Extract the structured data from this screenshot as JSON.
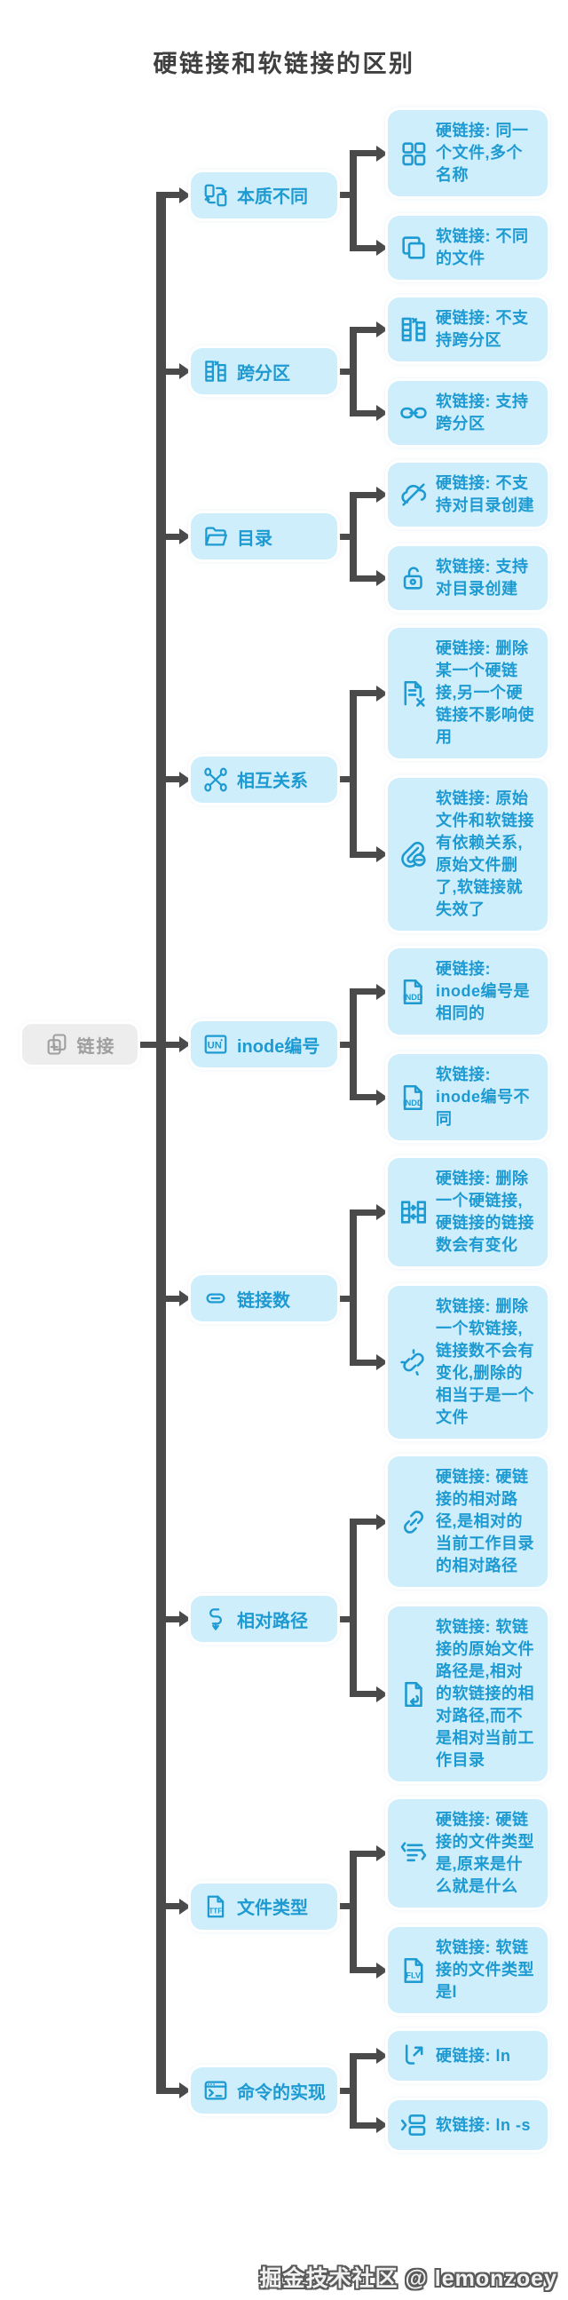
{
  "title": "硬链接和软链接的区别",
  "watermark": "掘金技术社区 @ lemonzoey",
  "colors": {
    "node_fill": "#cfeefb",
    "node_text": "#1d9ad2",
    "connector": "#4a4a4a",
    "root_fill": "#ededed",
    "root_text": "#9e9e9e",
    "title_text": "#3f3f3f"
  },
  "root": {
    "label": "链接",
    "icon": "copy-plus-icon"
  },
  "branches": [
    {
      "label": "本质不同",
      "icon": "swap-pages-icon",
      "leaves": [
        {
          "text": "硬链接: 同一个文件,多个名称",
          "icon": "grid-copies-icon"
        },
        {
          "text": "软链接: 不同的文件",
          "icon": "stacked-pages-icon"
        }
      ]
    },
    {
      "label": "跨分区",
      "icon": "partition-columns-icon",
      "leaves": [
        {
          "text": "硬链接: 不支持跨分区",
          "icon": "partition-columns-icon"
        },
        {
          "text": "软链接: 支持跨分区",
          "icon": "chain-links-icon"
        }
      ]
    },
    {
      "label": "目录",
      "icon": "folder-icon",
      "leaves": [
        {
          "text": "硬链接: 不支持对目录创建",
          "icon": "cloud-slash-icon"
        },
        {
          "text": "软链接: 支持对目录创建",
          "icon": "lock-open-icon"
        }
      ]
    },
    {
      "label": "相互关系",
      "icon": "cross-nodes-icon",
      "leaves": [
        {
          "text": "硬链接: 删除某一个硬链接,另一个硬链接不影响使用",
          "icon": "file-delete-icon"
        },
        {
          "text": "软链接: 原始文件和软链接有依赖关系,原始文件删了,软链接就失效了",
          "icon": "paperclip-minus-icon"
        }
      ]
    },
    {
      "label": "inode编号",
      "icon": "inode-box-icon",
      "leaves": [
        {
          "text": "硬链接: inode编号是相同的",
          "icon": "indd-file-icon"
        },
        {
          "text": "软链接: inode编号不同",
          "icon": "indd-file-icon"
        }
      ]
    },
    {
      "label": "链接数",
      "icon": "link-icon",
      "leaves": [
        {
          "text": "硬链接: 删除一个硬链接,硬链接的链接数会有变化",
          "icon": "table-shift-icon"
        },
        {
          "text": "软链接: 删除一个软链接,链接数不会有变化,删除的相当于是一个文件",
          "icon": "unlink-icon"
        }
      ]
    },
    {
      "label": "相对路径",
      "icon": "route-icon",
      "leaves": [
        {
          "text": "硬链接: 硬链接的相对路径,是相对的当前工作目录的相对路径",
          "icon": "chain-link-icon"
        },
        {
          "text": "软链接: 软链接的原始文件路径是,相对的软链接的相对路径,而不是相对当前工作目录",
          "icon": "file-return-icon"
        }
      ]
    },
    {
      "label": "文件类型",
      "icon": "ttf-file-icon",
      "leaves": [
        {
          "text": "硬链接: 硬链接的文件类型是,原来是什么就是什么",
          "icon": "file-code-icon"
        },
        {
          "text": "软链接: 软链接的文件类型是l",
          "icon": "flv-file-icon"
        }
      ]
    },
    {
      "label": "命令的实现",
      "icon": "terminal-icon",
      "leaves": [
        {
          "text": "硬链接: ln",
          "icon": "corner-arrow-icon"
        },
        {
          "text": "软链接: ln -s",
          "icon": "split-shapes-icon"
        }
      ]
    }
  ]
}
